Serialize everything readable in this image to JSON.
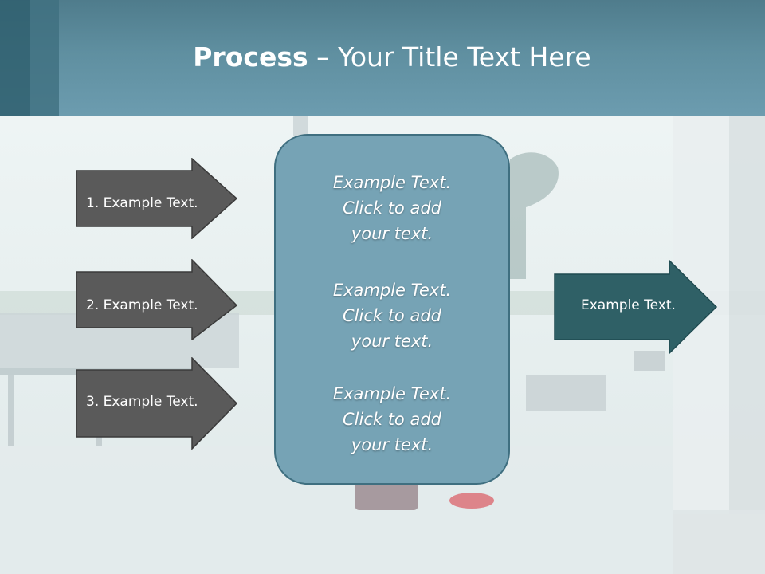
{
  "slide": {
    "title_bold": "Process",
    "title_rest": " – Your Title Text Here"
  },
  "input_arrows": [
    {
      "label": "1. Example Text."
    },
    {
      "label": "2. Example Text."
    },
    {
      "label": "3. Example Text."
    }
  ],
  "center_box": {
    "blocks": [
      {
        "line1": "Example Text.",
        "line2": "Click  to add",
        "line3": "your text."
      },
      {
        "line1": "Example Text.",
        "line2": "Click  to add",
        "line3": "your text."
      },
      {
        "line1": "Example Text.",
        "line2": "Click  to add",
        "line3": "your text."
      }
    ]
  },
  "output_arrow": {
    "label": "Example Text."
  },
  "colors": {
    "header": "#5f8fa0",
    "input_arrow_fill": "#5a5a5a",
    "center_box_fill": "#76a3b5",
    "output_arrow_fill": "#2f6066"
  }
}
